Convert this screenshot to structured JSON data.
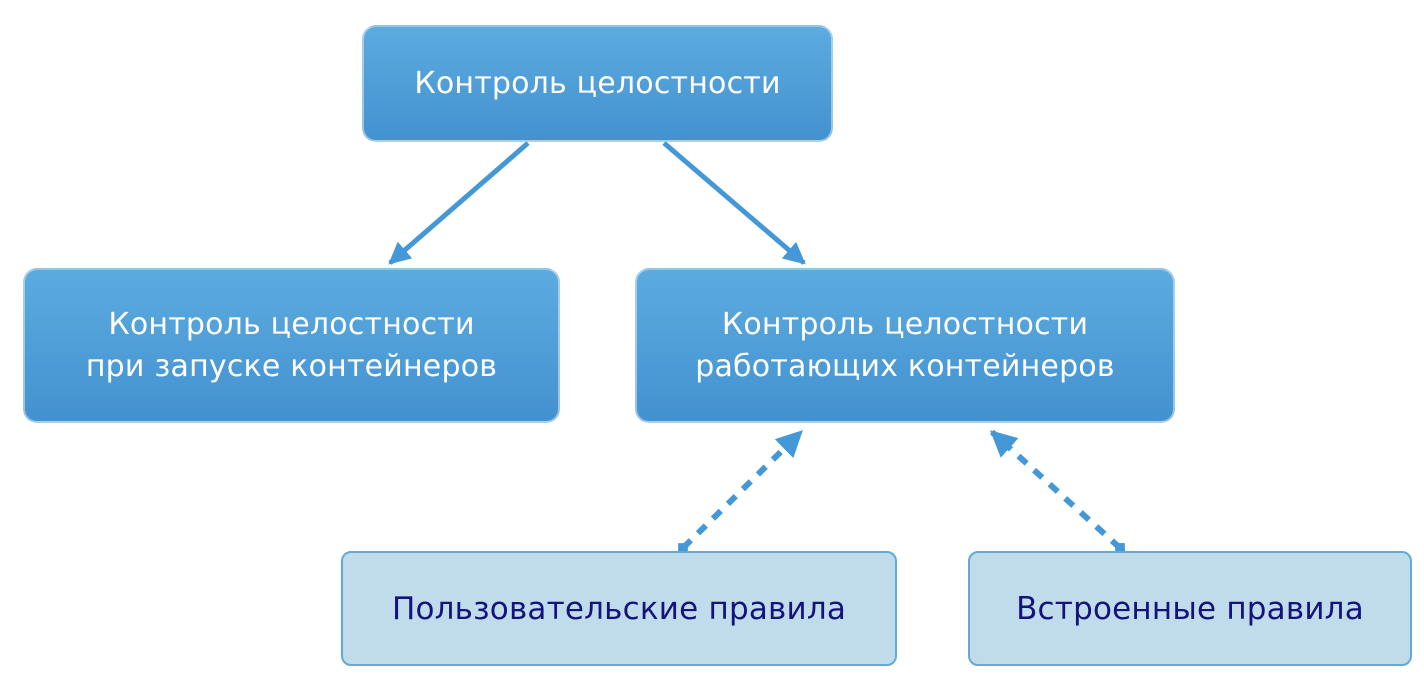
{
  "diagram": {
    "colors": {
      "node_gradient_top": "#5cabdf",
      "node_gradient_bottom": "#4392d0",
      "node_text": "#ffffff",
      "leaf_fill": "#c0dcea",
      "leaf_border": "#64aad4",
      "leaf_text": "#13137c",
      "arrow": "#4498d7",
      "background": "#ffffff"
    },
    "nodes": {
      "root": {
        "label": "Контроль целостности"
      },
      "startup": {
        "line1": "Контроль целостности",
        "line2": "при запуске контейнеров"
      },
      "running": {
        "line1": "Контроль целостности",
        "line2": "работающих контейнеров"
      },
      "user_rules": {
        "label": "Пользовательские правила"
      },
      "builtin_rules": {
        "label": "Встроенные правила"
      }
    },
    "edges": [
      {
        "from": "root",
        "to": "startup",
        "style": "solid-arrow"
      },
      {
        "from": "root",
        "to": "running",
        "style": "solid-arrow"
      },
      {
        "from": "user_rules",
        "to": "running",
        "style": "dashed-arrow"
      },
      {
        "from": "builtin_rules",
        "to": "running",
        "style": "dashed-arrow"
      }
    ]
  }
}
